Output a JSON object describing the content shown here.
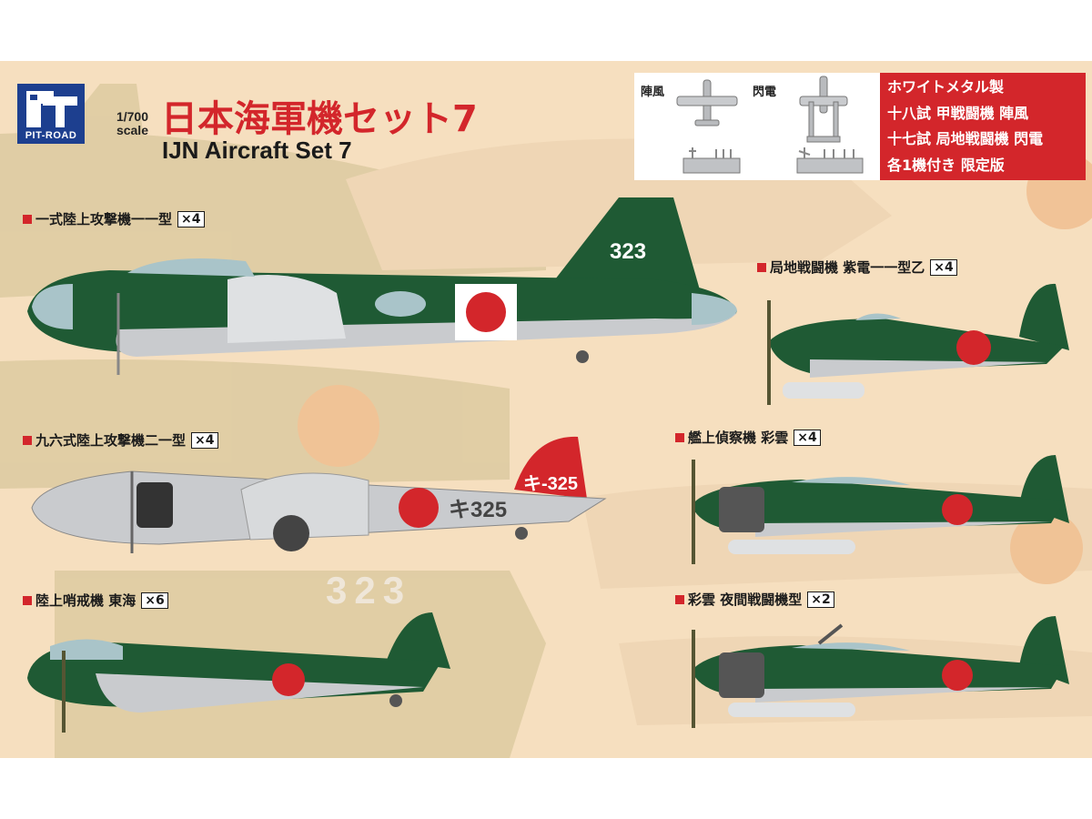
{
  "brand": {
    "logo_text": "PIT-ROAD",
    "color": "#1d3f8f"
  },
  "header": {
    "scale_line1": "1/700",
    "scale_line2": "scale",
    "title_jp": "日本海軍機セット7",
    "title_en": "IJN Aircraft Set 7",
    "title_color": "#d3262b"
  },
  "bonus": {
    "label_jinpu": "陣風",
    "label_shinden": "閃電",
    "lines": [
      "ホワイトメタル製",
      "十八試 甲戦闘機 陣風",
      "十七試 局地戦闘機 閃電",
      "各1機付き 限定版"
    ]
  },
  "aircraft": [
    {
      "name": "一式陸上攻撃機一一型",
      "qty": "×4",
      "icon": "g4m-bomber",
      "tail_code": "323"
    },
    {
      "name": "九六式陸上攻撃機二一型",
      "qty": "×4",
      "icon": "g3m-bomber",
      "tail_code": "キ-325",
      "fuselage_code": "キ325"
    },
    {
      "name": "陸上哨戒機 東海",
      "qty": "×6",
      "icon": "q1w-patrol"
    },
    {
      "name": "局地戦闘機 紫電一一型乙",
      "qty": "×4",
      "icon": "n1k-fighter"
    },
    {
      "name": "艦上偵察機 彩雲",
      "qty": "×4",
      "icon": "c6n-recon"
    },
    {
      "name": "彩雲 夜間戦闘機型",
      "qty": "×2",
      "icon": "c6n-nightfighter"
    }
  ],
  "background": {
    "code": "323"
  },
  "colors": {
    "board": "#f6dfbf",
    "navy_green": "#1f5a34",
    "hinomaru": "#d3262b",
    "silver": "#c9cbce",
    "accent_red": "#d3262b"
  }
}
